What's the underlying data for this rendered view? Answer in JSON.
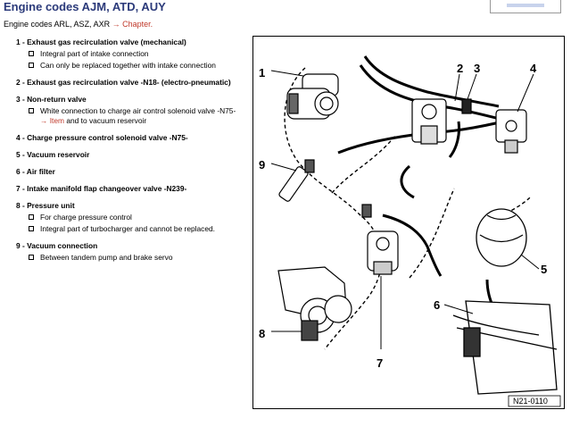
{
  "page": {
    "title": "Engine codes AJM, ATD, AUY",
    "intro_text": "Engine codes ARL, ASZ, AXR ",
    "intro_link": "→ Chapter."
  },
  "items": [
    {
      "title": "1 - Exhaust gas recirculation valve (mechanical)",
      "subs": [
        {
          "text": "Integral part of intake connection"
        },
        {
          "text": "Can only be replaced together with intake connection"
        }
      ]
    },
    {
      "title": "2 - Exhaust gas recirculation valve -N18- (electro-pneumatic)",
      "subs": []
    },
    {
      "title": "3 - Non-return valve",
      "subs": [
        {
          "text": "White connection to charge air control solenoid valve -N75- ",
          "link": "→ Item",
          "after": " and to vacuum reservoir"
        }
      ]
    },
    {
      "title": "4 - Charge pressure control solenoid valve -N75-",
      "subs": []
    },
    {
      "title": "5 - Vacuum reservoir",
      "subs": []
    },
    {
      "title": "6 - Air filter",
      "subs": []
    },
    {
      "title": "7 - Intake manifold flap changeover valve -N239-",
      "subs": []
    },
    {
      "title": "8 - Pressure unit",
      "subs": [
        {
          "text": "For charge pressure control"
        },
        {
          "text": "Integral part of turbocharger and cannot be replaced."
        }
      ]
    },
    {
      "title": "9 - Vacuum connection",
      "subs": [
        {
          "text": "Between tandem pump and brake servo"
        }
      ]
    }
  ],
  "figure": {
    "callouts": [
      "1",
      "2",
      "3",
      "4",
      "5",
      "6",
      "7",
      "8",
      "9"
    ],
    "figure_id": "N21-0110"
  }
}
